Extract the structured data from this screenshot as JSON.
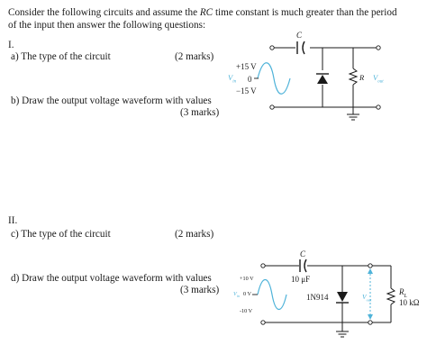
{
  "intro": {
    "line1_a": "Consider the following circuits and assume the ",
    "line1_rc": "RC",
    "line1_b": " time constant is much greater than the period",
    "line2": "of the input then answer the following questions:"
  },
  "part1": {
    "roman": "I.",
    "qa": "a)  The type of the circuit",
    "qa_marks": "(2 marks)",
    "qb": "b)  Draw the output voltage waveform with values",
    "qb_marks": "(3 marks)",
    "circuit": {
      "cap_label": "C",
      "vpos": "+15 V",
      "vzero": "0",
      "vneg": "−15 V",
      "vin_v": "V",
      "vin_sub": "in",
      "r_label": "R",
      "vout_v": "V",
      "vout_sub": "out"
    }
  },
  "part2": {
    "roman": "II.",
    "qc": "c)  The type of the circuit",
    "qc_marks": "(2 marks)",
    "qd": "d)  Draw the output voltage waveform with values",
    "qd_marks": "(3 marks)",
    "circuit": {
      "cap_label": "C",
      "cap_value": "10 μF",
      "vpos": "+10 V",
      "vzero": "0 V",
      "vneg": "-10 V",
      "vin_v": "V",
      "vin_sub": "in",
      "diode": "1N914",
      "vout_v": "V",
      "vout_sub": "out",
      "rl_r": "R",
      "rl_sub": "L",
      "rl_value": "10 kΩ"
    }
  },
  "colors": {
    "wire": "#1a1a1a",
    "accent": "#4fb3d9"
  }
}
